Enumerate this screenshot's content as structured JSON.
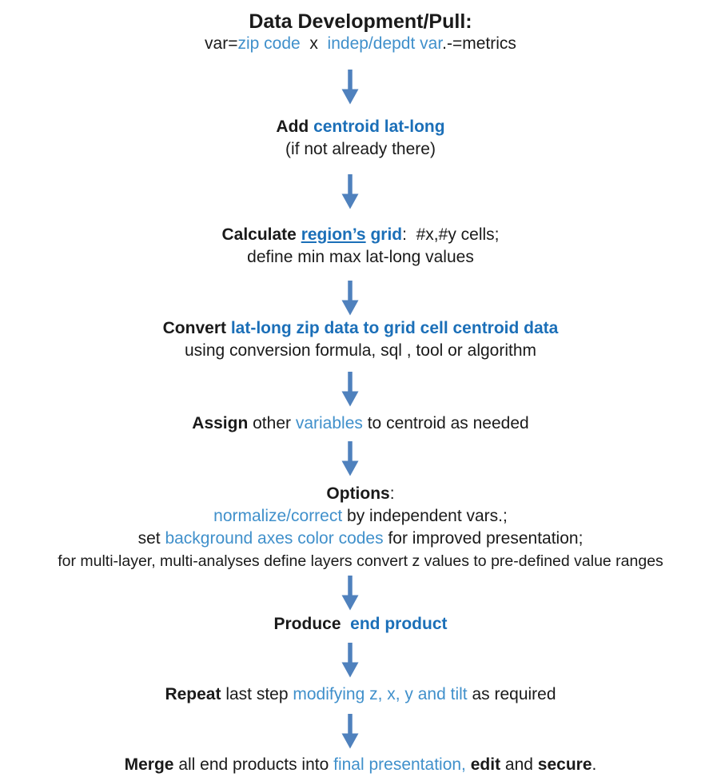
{
  "colors": {
    "text": "#1a1a1a",
    "blue": "#4090cb",
    "blue_bold": "#1b6fb8",
    "arrow": "#4f81bd",
    "background": "#ffffff"
  },
  "flow": {
    "arrow_icon": "down-arrow",
    "steps": [
      {
        "name": "data-development-pull",
        "lines": [
          [
            {
              "t": "Data Development/Pull:",
              "s": "bold"
            }
          ],
          [
            {
              "t": "var=",
              "s": "plain"
            },
            {
              "t": "zip code",
              "s": "blue"
            },
            {
              "t": "  x  ",
              "s": "plain"
            },
            {
              "t": "indep/depdt var",
              "s": "blue"
            },
            {
              "t": ".-=metrics",
              "s": "plain"
            }
          ]
        ]
      },
      {
        "name": "add-centroid-lat-long",
        "lines": [
          [
            {
              "t": "Add ",
              "s": "bold"
            },
            {
              "t": "centroid lat-long",
              "s": "blue_bold"
            }
          ],
          [
            {
              "t": "(if not already there)",
              "s": "plain"
            }
          ]
        ]
      },
      {
        "name": "calculate-regions-grid",
        "lines": [
          [
            {
              "t": "Calculate ",
              "s": "bold"
            },
            {
              "t": "region’s",
              "s": "blue_bold_underline"
            },
            {
              "t": " ",
              "s": "plain"
            },
            {
              "t": "grid",
              "s": "blue_bold"
            },
            {
              "t": ":  #x,#y cells;",
              "s": "plain"
            }
          ],
          [
            {
              "t": "define min max lat-long values",
              "s": "plain"
            }
          ]
        ]
      },
      {
        "name": "convert-lat-long-zip-data",
        "lines": [
          [
            {
              "t": "Convert ",
              "s": "bold"
            },
            {
              "t": "lat-long zip data to grid cell centroid data",
              "s": "blue_bold"
            }
          ],
          [
            {
              "t": "using conversion formula, sql , tool or algorithm",
              "s": "plain"
            }
          ]
        ]
      },
      {
        "name": "assign-variables-to-centroid",
        "lines": [
          [
            {
              "t": "Assign",
              "s": "bold"
            },
            {
              "t": " other ",
              "s": "plain"
            },
            {
              "t": "variables",
              "s": "blue"
            },
            {
              "t": " to centroid as needed",
              "s": "plain"
            }
          ]
        ]
      },
      {
        "name": "options",
        "lines": [
          [
            {
              "t": "Options",
              "s": "bold"
            },
            {
              "t": ":",
              "s": "plain"
            }
          ],
          [
            {
              "t": "normalize/correct",
              "s": "blue"
            },
            {
              "t": " by independent vars.;",
              "s": "plain"
            }
          ],
          [
            {
              "t": "set ",
              "s": "plain"
            },
            {
              "t": "background axes color codes",
              "s": "blue"
            },
            {
              "t": " for improved presentation;",
              "s": "plain"
            }
          ],
          [
            {
              "t": "for multi-layer, multi-analyses define layers convert z values to pre-defined value ranges",
              "s": "plain"
            }
          ]
        ]
      },
      {
        "name": "produce-end-product",
        "lines": [
          [
            {
              "t": "Produce ",
              "s": "bold"
            },
            {
              "t": " end product",
              "s": "blue_bold"
            }
          ]
        ]
      },
      {
        "name": "repeat-modifying",
        "lines": [
          [
            {
              "t": "Repeat",
              "s": "bold"
            },
            {
              "t": " last step ",
              "s": "plain"
            },
            {
              "t": "modifying z, x, y and tilt",
              "s": "blue"
            },
            {
              "t": " as required",
              "s": "plain"
            }
          ]
        ]
      },
      {
        "name": "merge-end-products",
        "lines": [
          [
            {
              "t": "Merge",
              "s": "bold"
            },
            {
              "t": " all end products into ",
              "s": "plain"
            },
            {
              "t": "final presentation,",
              "s": "blue"
            },
            {
              "t": " ",
              "s": "plain"
            },
            {
              "t": "edit",
              "s": "bold"
            },
            {
              "t": " and ",
              "s": "plain"
            },
            {
              "t": "secure",
              "s": "bold"
            },
            {
              "t": ".",
              "s": "plain"
            }
          ]
        ]
      }
    ]
  }
}
